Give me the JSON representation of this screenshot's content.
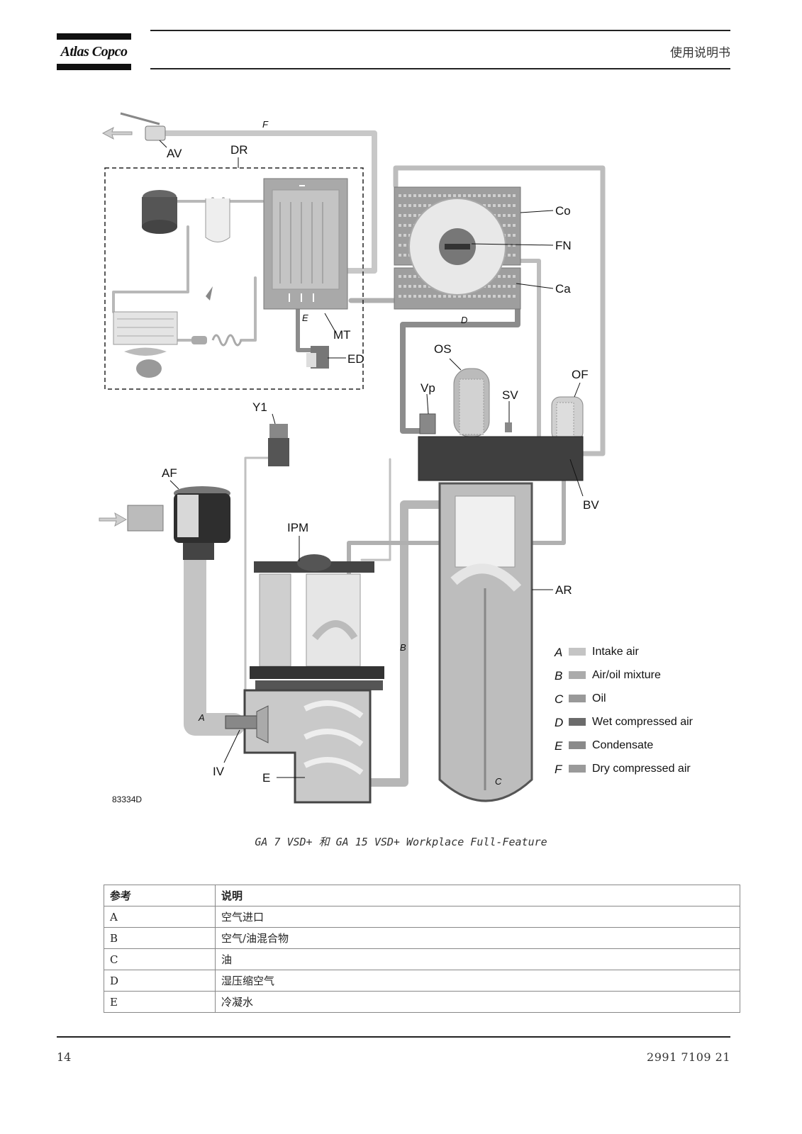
{
  "header": {
    "logo_text": "Atlas Copco",
    "doc_title": "使用说明书"
  },
  "figure": {
    "labels": {
      "AV": "AV",
      "DR": "DR",
      "Co": "Co",
      "FN": "FN",
      "Ca": "Ca",
      "MT": "MT",
      "ED": "ED",
      "OS": "OS",
      "Vp": "Vp",
      "SV": "SV",
      "OF": "OF",
      "Y1": "Y1",
      "BV": "BV",
      "AF": "AF",
      "IPM": "IPM",
      "AR": "AR",
      "IV": "IV",
      "E": "E"
    },
    "flow_labels": {
      "F": "F",
      "E": "E",
      "D": "D",
      "B": "B",
      "A": "A",
      "C": "C"
    },
    "figure_id": "83334D",
    "legend": [
      {
        "key": "A",
        "text": "Intake air",
        "color": "#c4c4c4"
      },
      {
        "key": "B",
        "text": "Air/oil mixture",
        "color": "#ababab"
      },
      {
        "key": "C",
        "text": "Oil",
        "color": "#999999"
      },
      {
        "key": "D",
        "text": "Wet compressed air",
        "color": "#6b6b6b"
      },
      {
        "key": "E",
        "text": "Condensate",
        "color": "#8a8a8a"
      },
      {
        "key": "F",
        "text": "Dry compressed air",
        "color": "#9a9a9a"
      }
    ],
    "caption": "GA 7 VSD+ 和 GA 15 VSD+ Workplace Full-Feature"
  },
  "table": {
    "headers": [
      "参考",
      "说明"
    ],
    "rows": [
      [
        "A",
        "空气进口"
      ],
      [
        "B",
        "空气/油混合物"
      ],
      [
        "C",
        "油"
      ],
      [
        "D",
        "湿压缩空气"
      ],
      [
        "E",
        "冷凝水"
      ]
    ]
  },
  "footer": {
    "page_number": "14",
    "doc_number": "2991 7109 21"
  }
}
